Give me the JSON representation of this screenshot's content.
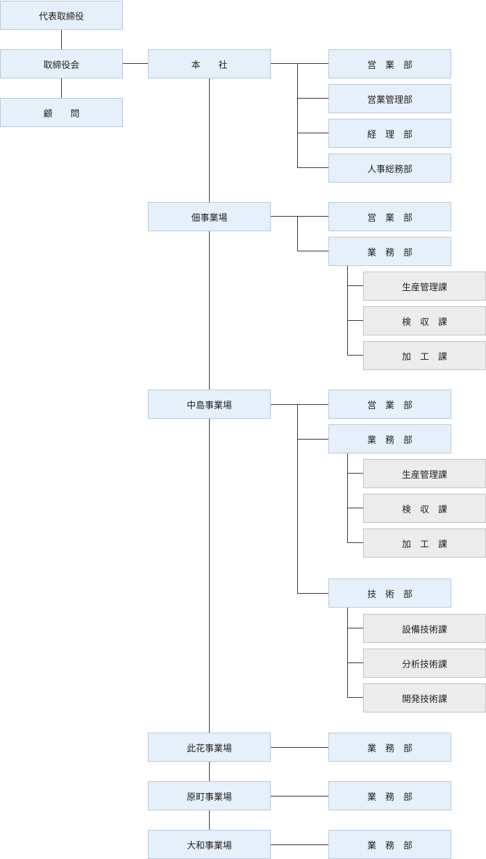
{
  "org": {
    "representative": "代表取締役",
    "board": "取締役会",
    "advisor": "顧　　問",
    "head_office": {
      "name": "本　　社",
      "departments": [
        "営　業　部",
        "営業管理部",
        "経　理　部",
        "人事総務部"
      ]
    },
    "tsukuda": {
      "name": "佃事業場",
      "departments": [
        "営　業　部",
        "業　務　部"
      ],
      "sections": [
        "生産管理課",
        "検　収　課",
        "加　工　課"
      ]
    },
    "nakajima": {
      "name": "中島事業場",
      "departments": [
        "営　業　部",
        "業　務　部",
        "技　術　部"
      ],
      "business_sections": [
        "生産管理課",
        "検　収　課",
        "加　工　課"
      ],
      "tech_sections": [
        "設備技術課",
        "分析技術課",
        "開発技術課"
      ]
    },
    "konohana": {
      "name": "此花事業場",
      "department": "業　務　部"
    },
    "haramachi": {
      "name": "原町事業場",
      "department": "業　務　部"
    },
    "yamato": {
      "name": "大和事業場",
      "department": "業　務　部"
    }
  },
  "colors": {
    "line": "#333333",
    "box_blue": "#e6f0fa",
    "box_gray": "#ececec"
  }
}
